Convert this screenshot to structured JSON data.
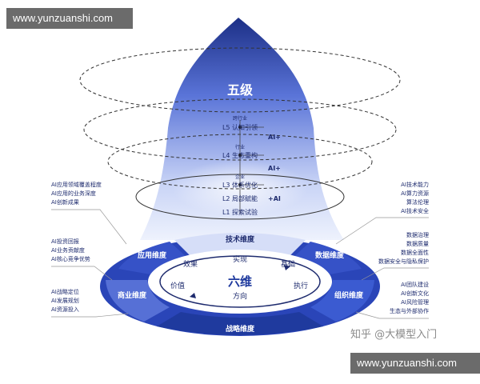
{
  "watermark_top": "www.yunzuanshi.com",
  "watermark_bottom": "www.yunzuanshi.com",
  "zhihu_mark": "知乎 @大模型入门",
  "top_title": "五级",
  "levels": [
    {
      "tag": "跨行业",
      "label": "L5 认知引领",
      "ai": "AI+"
    },
    {
      "tag": "行业",
      "label": "L4 生态重构",
      "ai": "AI+"
    },
    {
      "tag": "企业",
      "label": "L3 体系优化",
      "ai": ""
    },
    {
      "tag": "",
      "label": "L2 局部赋能",
      "ai": "+AI"
    },
    {
      "tag": "",
      "label": "L1 探索试验",
      "ai": ""
    }
  ],
  "center_title": "六维",
  "inner_words": [
    "效果",
    "实现",
    "基础",
    "执行",
    "方向",
    "价值"
  ],
  "dimensions": {
    "tech": "技术维度",
    "app": "应用维度",
    "data": "数据维度",
    "biz": "商业维度",
    "org": "组织维度",
    "strategy": "战略维度"
  },
  "notes": {
    "left_top": [
      "AI应用领域覆盖程度",
      "AI应用的业务深度",
      "AI创新成果"
    ],
    "left_mid": [
      "AI投资回报",
      "AI业务贡献度",
      "AI核心竞争优势"
    ],
    "left_bottom": [
      "AI战略定位",
      "AI发展规划",
      "AI资源投入"
    ],
    "right_top": [
      "AI技术能力",
      "AI算力资源",
      "算法伦理",
      "AI技术安全"
    ],
    "right_mid": [
      "数据治理",
      "数据质量",
      "数据全面性",
      "数据安全与隐私保护"
    ],
    "right_bottom": [
      "AI团队建设",
      "AI创新文化",
      "AI风险管理",
      "生态与外部协作"
    ]
  },
  "colors": {
    "dark": "#1f3a9e",
    "mid": "#3b5bd1",
    "light": "#c7d3f6",
    "text_dark": "#1e2b6e"
  }
}
